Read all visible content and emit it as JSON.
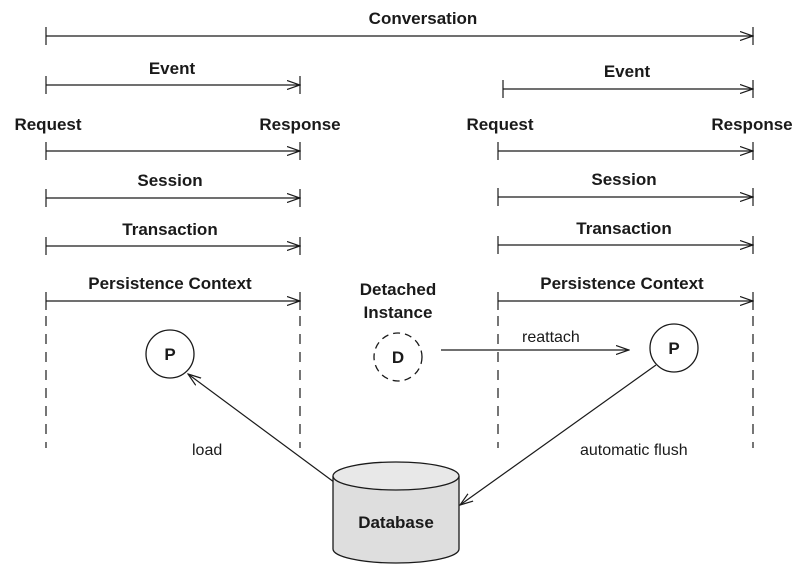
{
  "labels": {
    "conversation": "Conversation",
    "event_left": "Event",
    "event_right": "Event",
    "request_left": "Request",
    "response_left": "Response",
    "request_right": "Request",
    "response_right": "Response",
    "session_left": "Session",
    "session_right": "Session",
    "transaction_left": "Transaction",
    "transaction_right": "Transaction",
    "persistence_left": "Persistence Context",
    "persistence_right": "Persistence Context",
    "detached_line1": "Detached",
    "detached_line2": "Instance",
    "reattach": "reattach",
    "load": "load",
    "automatic_flush": "automatic flush",
    "database": "Database"
  },
  "nodes": {
    "persistent_left": "P",
    "detached": "D",
    "persistent_right": "P"
  }
}
